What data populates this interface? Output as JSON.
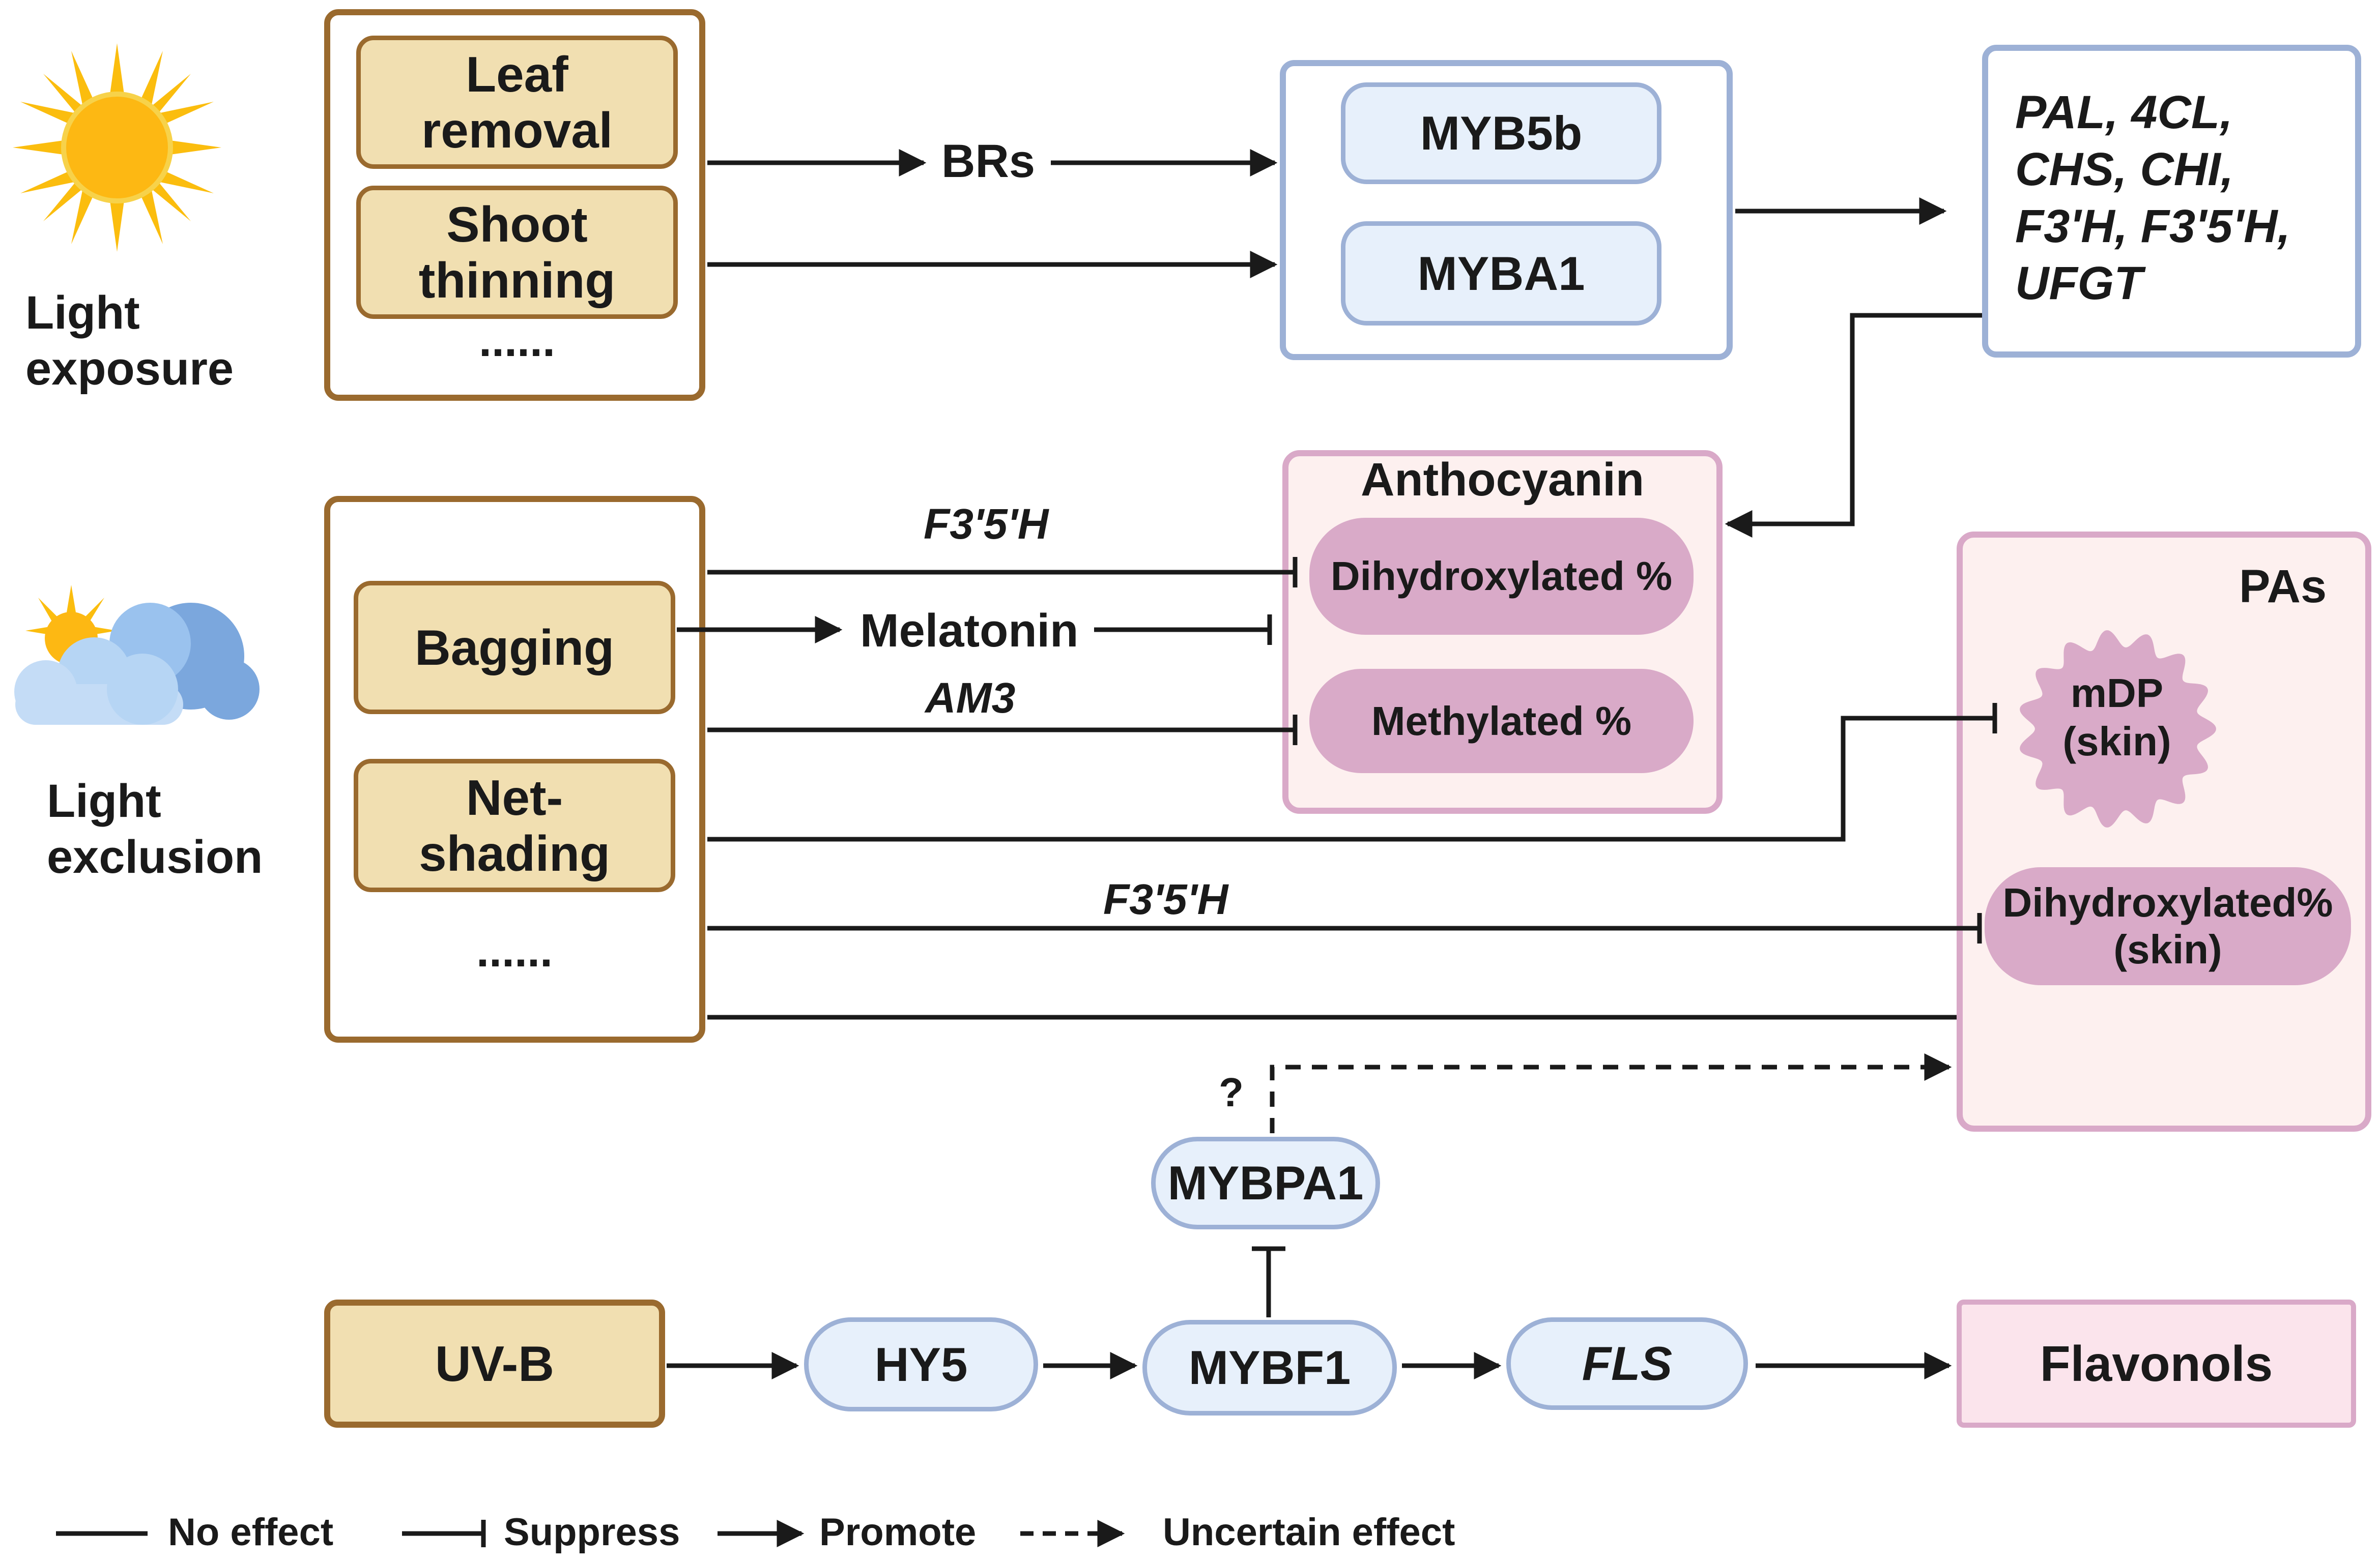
{
  "conditions": {
    "light_exposure": "Light\nexposure",
    "light_exclusion": "Light\nexclusion"
  },
  "exposure_treatments": {
    "leaf_removal": "Leaf\nremoval",
    "shoot_thinning": "Shoot\nthinning",
    "more": "......"
  },
  "exclusion_treatments": {
    "bagging": "Bagging",
    "net_shading": "Net-\nshading",
    "more": "......"
  },
  "mediators": {
    "brs": "BRs",
    "melatonin": "Melatonin"
  },
  "myb_box": {
    "myb5b": "MYB5b",
    "myba1": "MYBA1"
  },
  "genes_box": "PAL, 4CL,\nCHS, CHI,\nF3'H, F3'5'H,\nUFGT",
  "anthocyanin": {
    "title": "Anthocyanin",
    "dihydroxylated": "Dihydroxylated %",
    "methylated": "Methylated %"
  },
  "pas": {
    "title": "PAs",
    "mdp": "mDP\n(skin)",
    "dihydroxylated": "Dihydroxylated%\n(skin)"
  },
  "edge_labels": {
    "f35h_top": "F3'5'H",
    "am3": "AM3",
    "f35h_bottom": "F3'5'H",
    "uncertain": "?"
  },
  "uvb_pathway": {
    "uvb": "UV-B",
    "hy5": "HY5",
    "mybf1": "MYBF1",
    "fls": "FLS",
    "flavonols": "Flavonols",
    "mybpa1": "MYBPA1"
  },
  "legend": {
    "no_effect": "No effect",
    "suppress": "Suppress",
    "promote": "Promote",
    "uncertain": "Uncertain effect"
  },
  "colors": {
    "treatment_fill": "#f1dfb1",
    "treatment_border": "#9a6a2e",
    "regulator_fill": "#e7f0fb",
    "regulator_border": "#9db1d6",
    "metabolite_fill": "#fdf0ef",
    "metabolite_border": "#d9a9c8",
    "sub_metabolite": "#d9aac8",
    "sun": "#fbbd0e",
    "cloud": "#8fb7e6"
  }
}
